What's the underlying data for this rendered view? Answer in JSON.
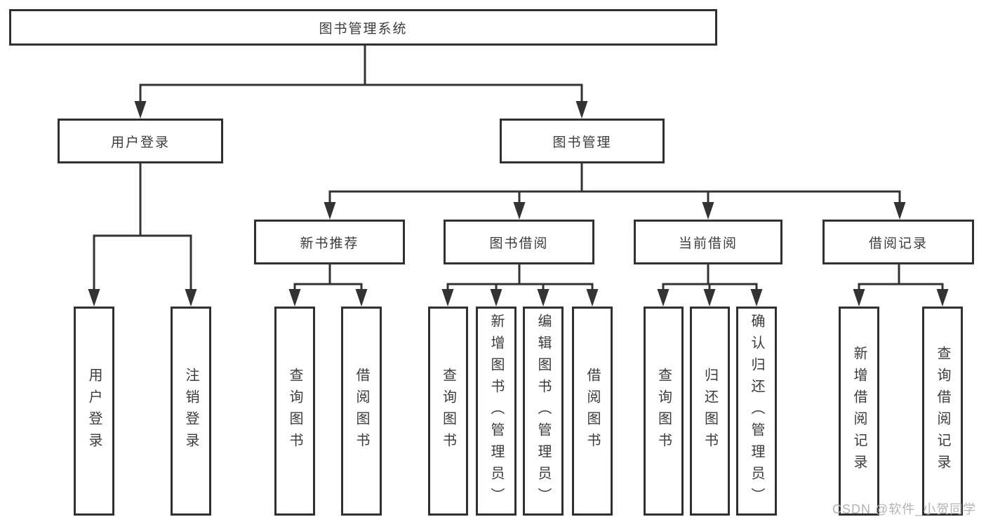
{
  "diagram": {
    "root": {
      "label": "图书管理系统",
      "children": [
        {
          "label": "用户登录",
          "children": [
            {
              "label": "用户登录"
            },
            {
              "label": "注销登录"
            }
          ]
        },
        {
          "label": "图书管理",
          "children": [
            {
              "label": "新书推荐",
              "children": [
                {
                  "label": "查询图书"
                },
                {
                  "label": "借阅图书"
                }
              ]
            },
            {
              "label": "图书借阅",
              "children": [
                {
                  "label": "查询图书"
                },
                {
                  "label": "新增图书（管理员）"
                },
                {
                  "label": "编辑图书（管理员）"
                },
                {
                  "label": "借阅图书"
                }
              ]
            },
            {
              "label": "当前借阅",
              "children": [
                {
                  "label": "查询图书"
                },
                {
                  "label": "归还图书"
                },
                {
                  "label": "确认归还（管理员）"
                }
              ]
            },
            {
              "label": "借阅记录",
              "children": [
                {
                  "label": "新增借阅记录"
                },
                {
                  "label": "查询借阅记录"
                }
              ]
            }
          ]
        }
      ]
    }
  },
  "watermark": {
    "text": "CSDN @软件_小贺同学"
  },
  "colors": {
    "background": "#ffffff",
    "line": "#333333",
    "box_border": "#303030",
    "text": "#3b3b3b",
    "watermark": "#b3b3b3"
  }
}
